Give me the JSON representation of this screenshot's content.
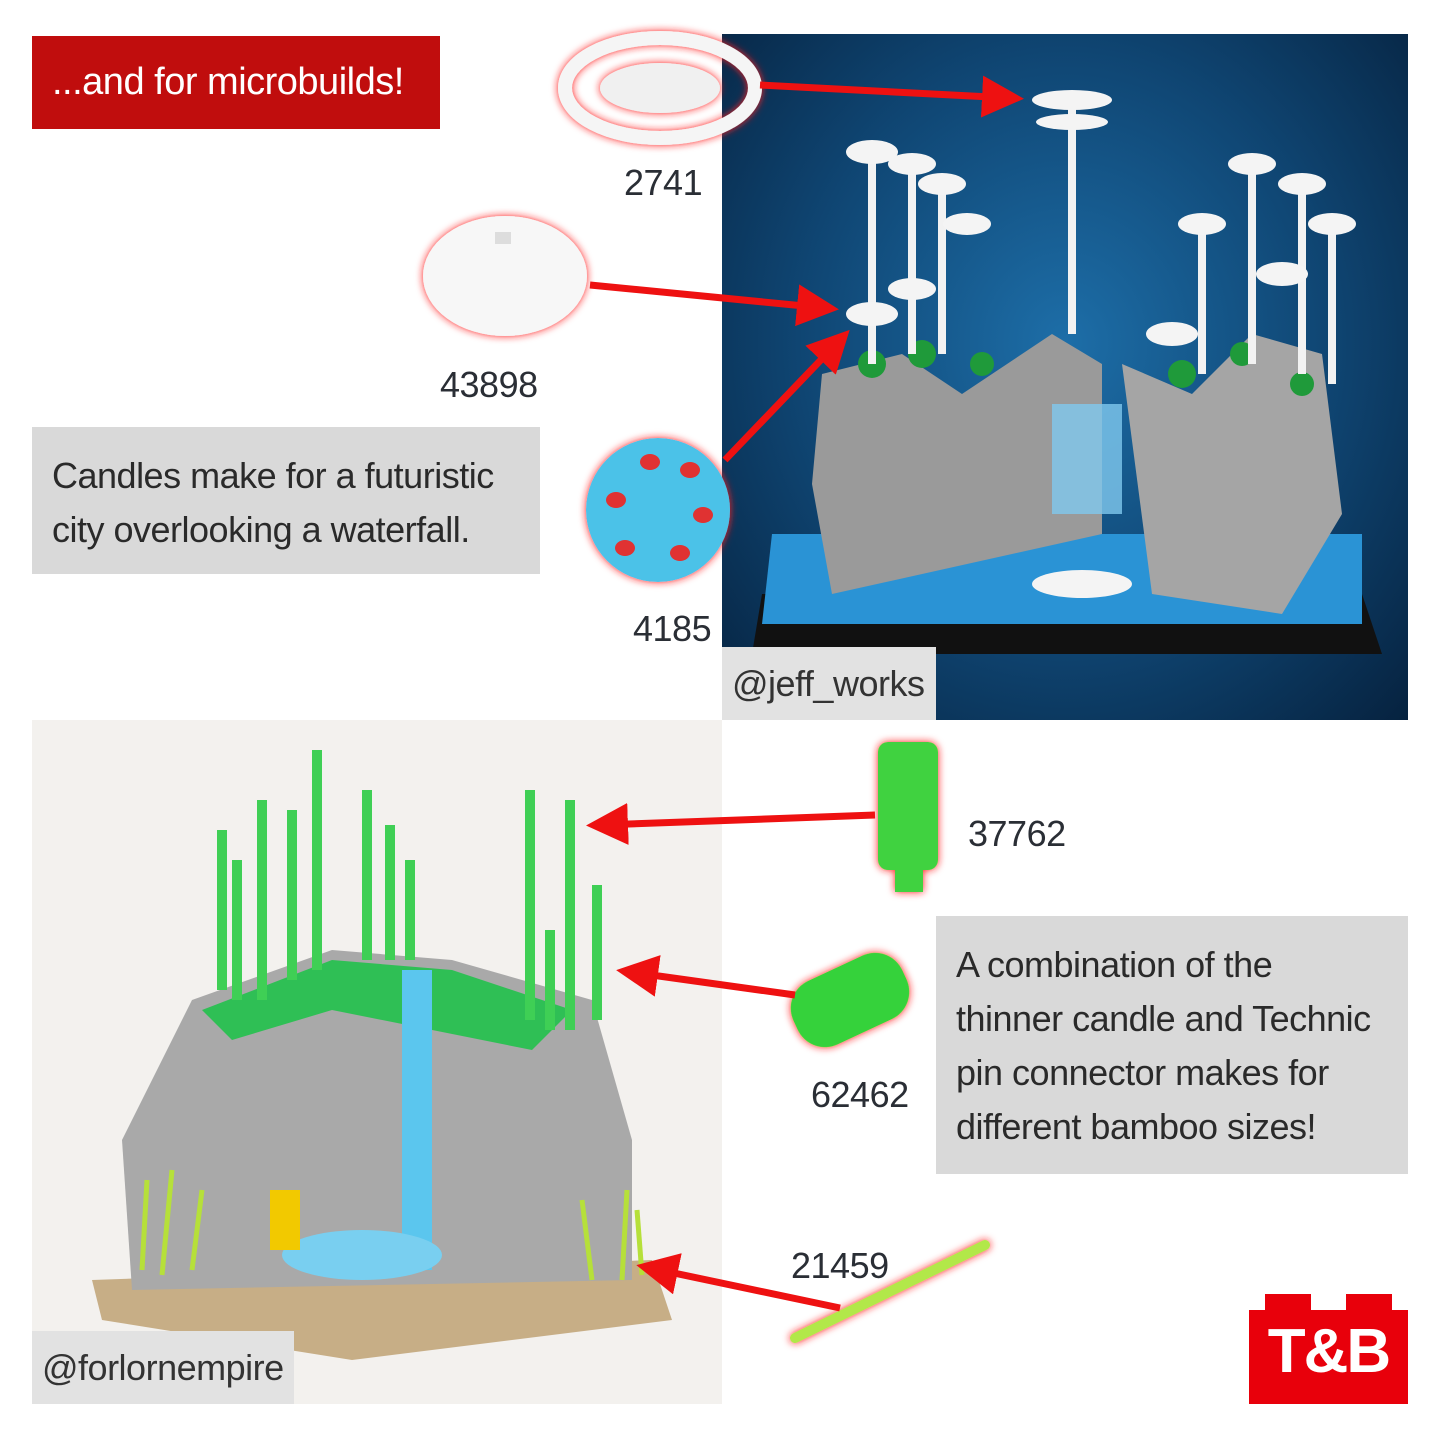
{
  "header": {
    "title": "...and for microbuilds!"
  },
  "top_section": {
    "caption": [
      "Candles make for a futuristic",
      "city overlooking a waterfall."
    ],
    "credit": "@jeff_works",
    "parts": [
      {
        "number": "2741",
        "name": "dish-ring"
      },
      {
        "number": "43898",
        "name": "white-dish"
      },
      {
        "number": "4185",
        "name": "transparent-wheel"
      }
    ]
  },
  "bottom_section": {
    "caption": [
      "A combination of the",
      "thinner candle and Technic",
      "pin connector makes for",
      "different bamboo sizes!"
    ],
    "credit": "@forlornempire",
    "parts": [
      {
        "number": "37762",
        "name": "green-candle"
      },
      {
        "number": "62462",
        "name": "green-pin-connector"
      },
      {
        "number": "21459",
        "name": "green-katana"
      }
    ]
  },
  "logo": {
    "text": "T&B"
  },
  "colors": {
    "accent_red": "#c00d0d",
    "logo_red": "#e8000b",
    "caption_bg": "#d9d9d9",
    "highlight": "#ff2020"
  }
}
